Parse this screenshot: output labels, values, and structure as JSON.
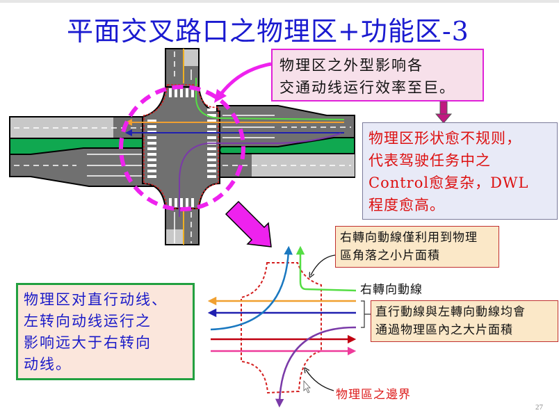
{
  "slide": {
    "title": "平面交叉路口之物理区+功能区-3",
    "page_number": "27"
  },
  "callouts": {
    "top": {
      "lines": [
        "物理区之外型影响各",
        "交通动线运行效率至巨。"
      ]
    },
    "right": {
      "lines": [
        "物理区形状愈不规则，",
        "代表驾驶任务中之",
        "Control愈复杂，DWL",
        "程度愈高。"
      ]
    },
    "left": {
      "lines": [
        "物理区对直行动线、",
        "左转向动线运行之",
        "影响远大于右转向",
        "动线。"
      ]
    },
    "right_turn_note": {
      "lines": [
        "右轉向動線僅利用到物理",
        "區角落之小片面積"
      ]
    },
    "straight_note": {
      "lines": [
        "直行動線與左轉向動線均會",
        "通過物理區內之大片面積"
      ]
    }
  },
  "labels": {
    "right_turn_line": "右轉向動線",
    "physical_boundary": "物理區之邊界"
  },
  "colors": {
    "title": "#1a1ad0",
    "highlight_circle": "#ee22ee",
    "boundary": "#d42020",
    "right_turn_line": "#55dd44",
    "straight_west_orange": "#f0a030",
    "straight_west_blue": "#2020b0",
    "left_turn_purple": "#7a3aa8",
    "left_turn_blue": "#1a78c0",
    "straight_east_red": "#c00010",
    "straight_east_pink": "#ee3a9a",
    "median": "#10a850",
    "road": "#707070"
  }
}
